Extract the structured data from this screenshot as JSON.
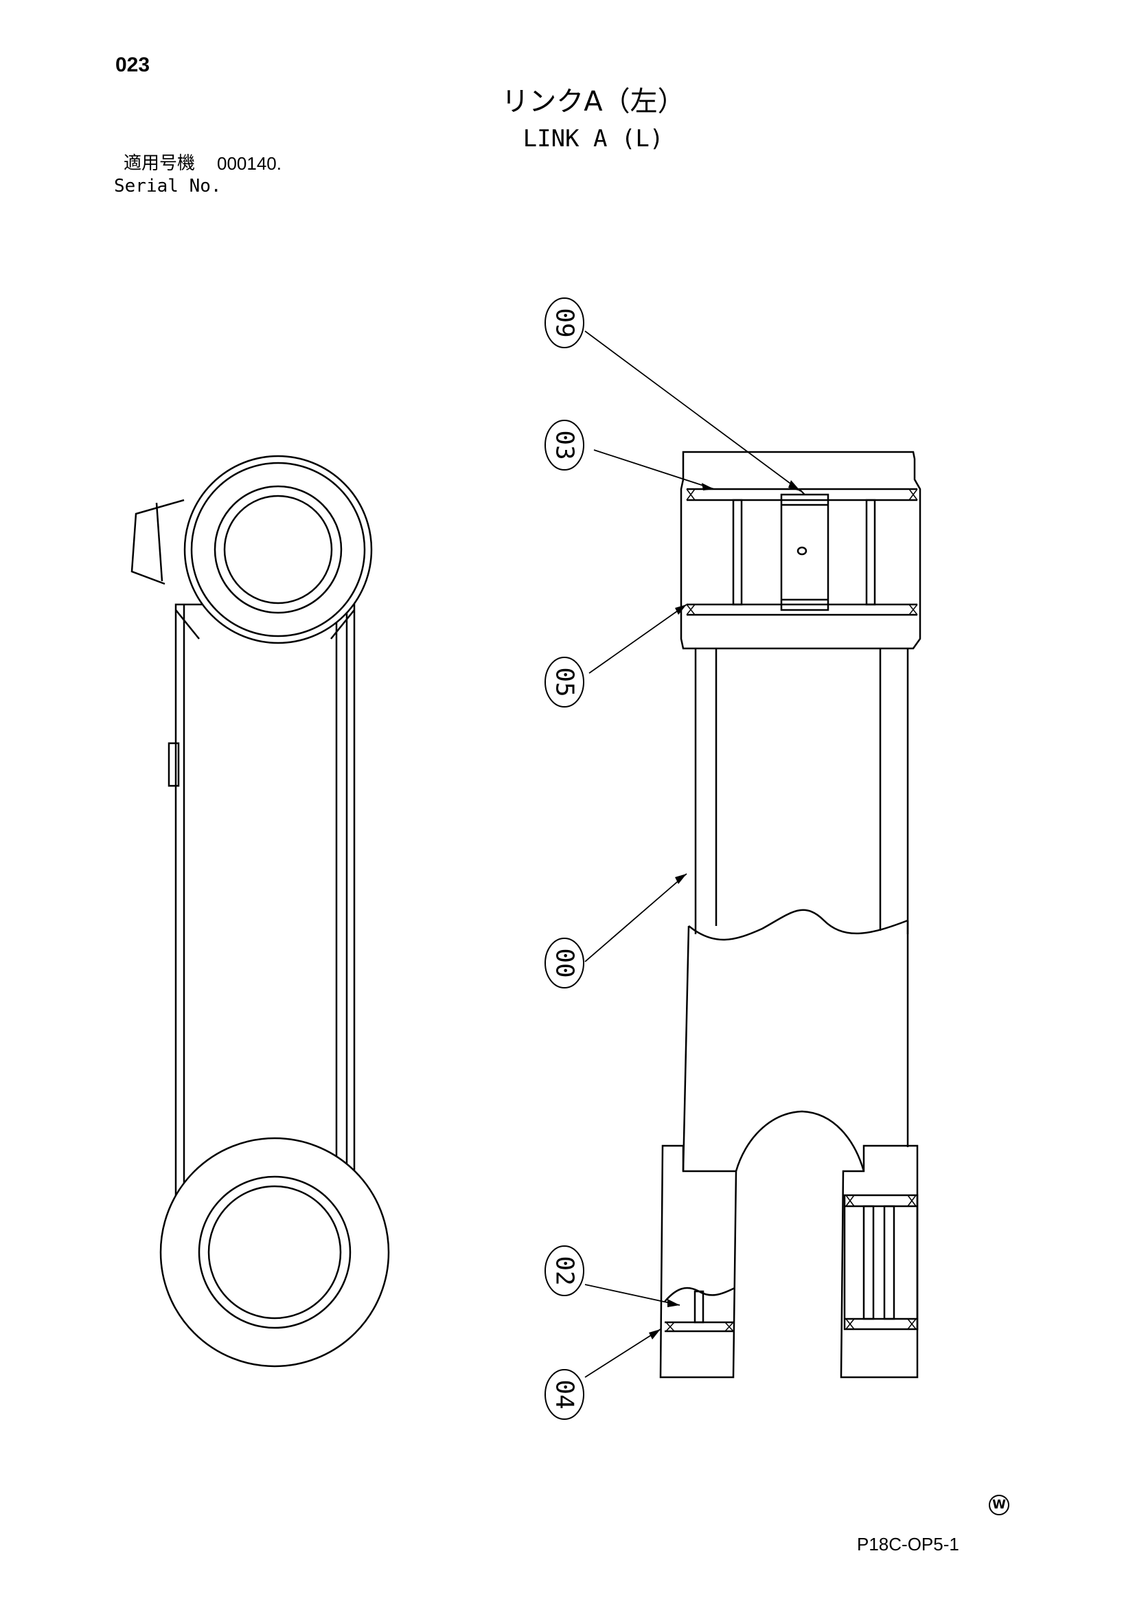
{
  "header": {
    "page_number": "023",
    "title_ja": "リンクA（左）",
    "title_en": "LINK A (L)",
    "serial_label_ja": "適用号機",
    "serial_value": "000140.",
    "serial_label_en": "Serial No."
  },
  "callouts": [
    {
      "id": "c09",
      "label": "09"
    },
    {
      "id": "c03",
      "label": "03"
    },
    {
      "id": "c05",
      "label": "05"
    },
    {
      "id": "c00",
      "label": "00"
    },
    {
      "id": "c02",
      "label": "02"
    },
    {
      "id": "c04",
      "label": "04"
    }
  ],
  "footer": {
    "mark": "W",
    "drawing_code": "P18C-OP5-1"
  }
}
